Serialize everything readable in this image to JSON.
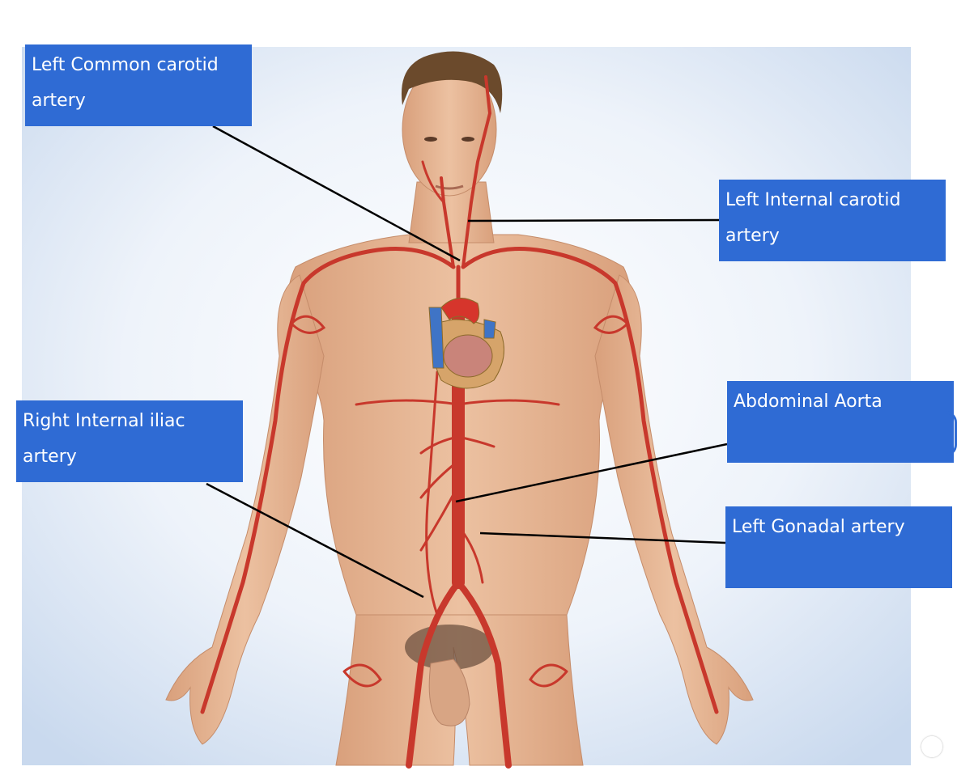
{
  "labels": {
    "left_common_carotid": "Left Common carotid artery",
    "left_internal_carotid": "Left Internal carotid artery",
    "right_internal_iliac": "Right Internal iliac artery",
    "abdominal_aorta": "Abdominal Aorta",
    "left_gonadal": "Left Gonadal artery"
  },
  "watermark": "©",
  "colors": {
    "label_bg": "#2f6bd4",
    "label_text": "#ffffff",
    "leader": "#000000",
    "artery": "#c8382c",
    "skin": "#e6b594",
    "vein": "#3f74c6"
  }
}
